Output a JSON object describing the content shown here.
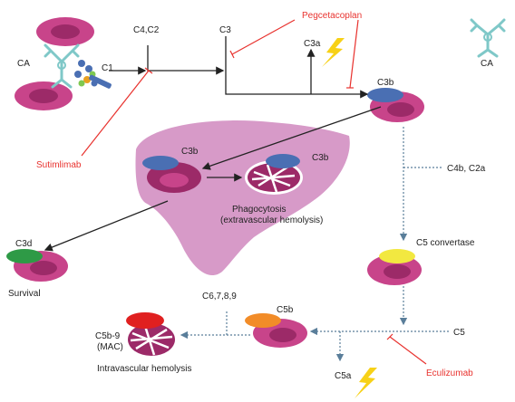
{
  "colors": {
    "rbc_outer": "#c8448a",
    "rbc_inner": "#9c2a68",
    "liver": "#d79ac8",
    "c3b_cap": "#4a6fb3",
    "c3d_cap": "#2e9a46",
    "c5_cap": "#f2e840",
    "c5b_cap": "#f28c28",
    "mac_cap": "#e02020",
    "antibody": "#7fc8c8",
    "inhibitor": "#e8322e",
    "bolt": "#f7d117",
    "arrow": "#222222",
    "dotted": "#5a7e9a"
  },
  "labels": {
    "ca_left": "CA",
    "c1": "C1",
    "c4c2": "C4,C2",
    "c3": "C3",
    "c3a": "C3a",
    "pegcetacoplan": "Pegcetacoplan",
    "ca_right": "CA",
    "c3b_top": "C3b",
    "sutimlimab": "Sutimlimab",
    "c3b_liver": "C3b",
    "c3b_phago": "C3b",
    "phago_line1": "Phagocytosis",
    "phago_line2": "(extravascular hemolysis)",
    "c4b_c2a": "C4b, C2a",
    "c3d": "C3d",
    "survival": "Survival",
    "c5_convertase": "C5 convertase",
    "c6789": "C6,7,8,9",
    "c5b": "C5b",
    "c5b9_line1": "C5b-9",
    "c5b9_line2": "(MAC)",
    "intravascular": "Intravascular hemolysis",
    "c5": "C5",
    "c5a": "C5a",
    "eculizumab": "Eculizumab"
  },
  "icons": [
    "antibody-icon",
    "lightning-icon",
    "red-blood-cell-icon",
    "macrophage-liver-icon"
  ]
}
